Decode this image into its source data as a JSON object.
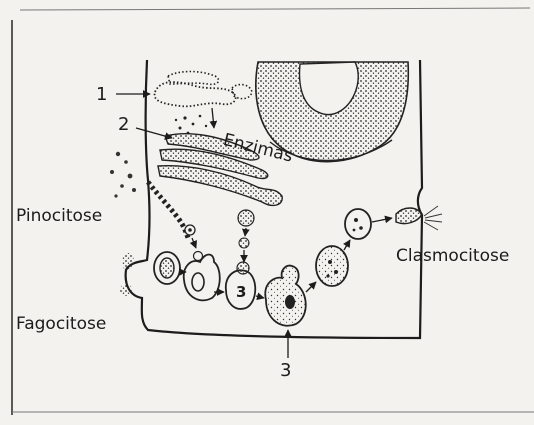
{
  "labels": {
    "num1": "1",
    "num2": "2",
    "num3": "3",
    "enzimas": "Enzimas",
    "pinocitose": "Pinocitose",
    "fagocitose": "Fagocitose",
    "clasmocitose": "Clasmocitose"
  },
  "vesicle_numbers": {
    "three": "3"
  }
}
